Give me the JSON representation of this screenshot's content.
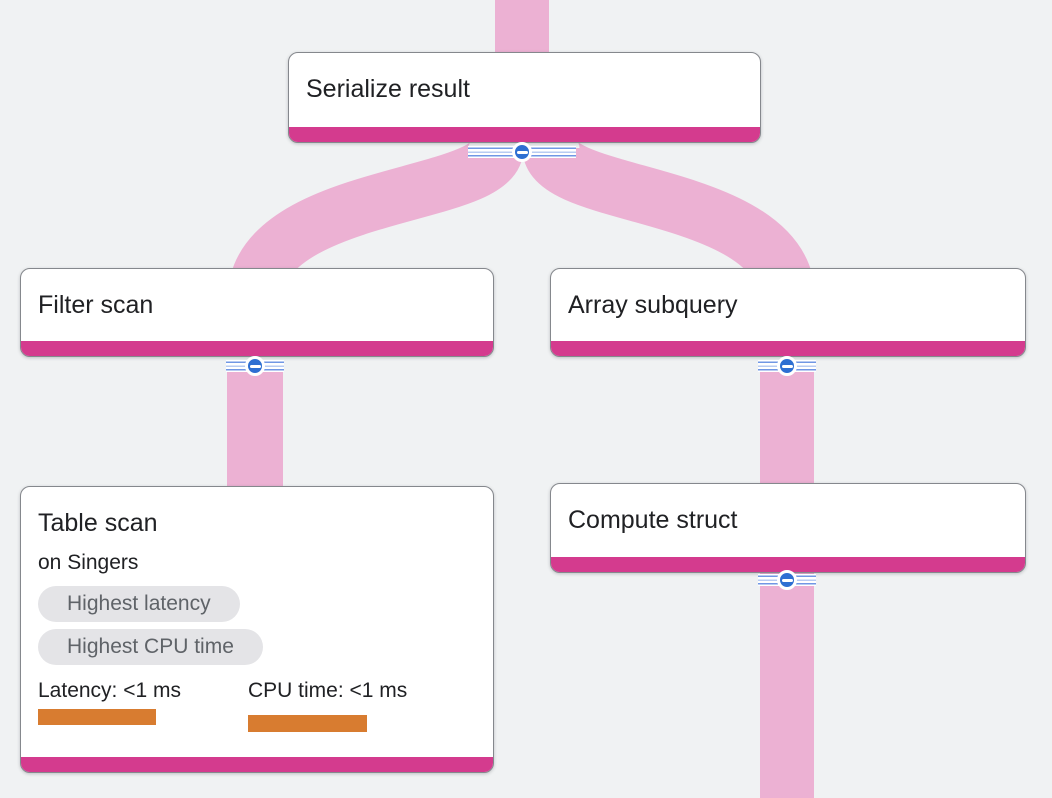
{
  "colors": {
    "background": "#f0f2f3",
    "edge_pink": "#ecb1d3",
    "node_bar_magenta": "#d43b8e",
    "node_border_gray": "#85888d",
    "collapse_blue": "#2e6fd2",
    "stripe_blue": "#7097e4",
    "stripe_light_blue": "#b7cbf2",
    "badge_bg": "#e4e4e7",
    "badge_text": "#5f6368",
    "metric_bar_orange": "#d87c30",
    "title_text": "#202124"
  },
  "nodes": [
    {
      "title": "Serialize result"
    },
    {
      "title": "Filter scan"
    },
    {
      "title": "Array subquery"
    },
    {
      "title": "Table scan",
      "subtitle": "on Singers",
      "badges": [
        "Highest latency",
        "Highest CPU time"
      ],
      "metrics": [
        {
          "label": "Latency: <1 ms"
        },
        {
          "label": "CPU time: <1 ms"
        }
      ]
    },
    {
      "title": "Compute struct"
    }
  ]
}
